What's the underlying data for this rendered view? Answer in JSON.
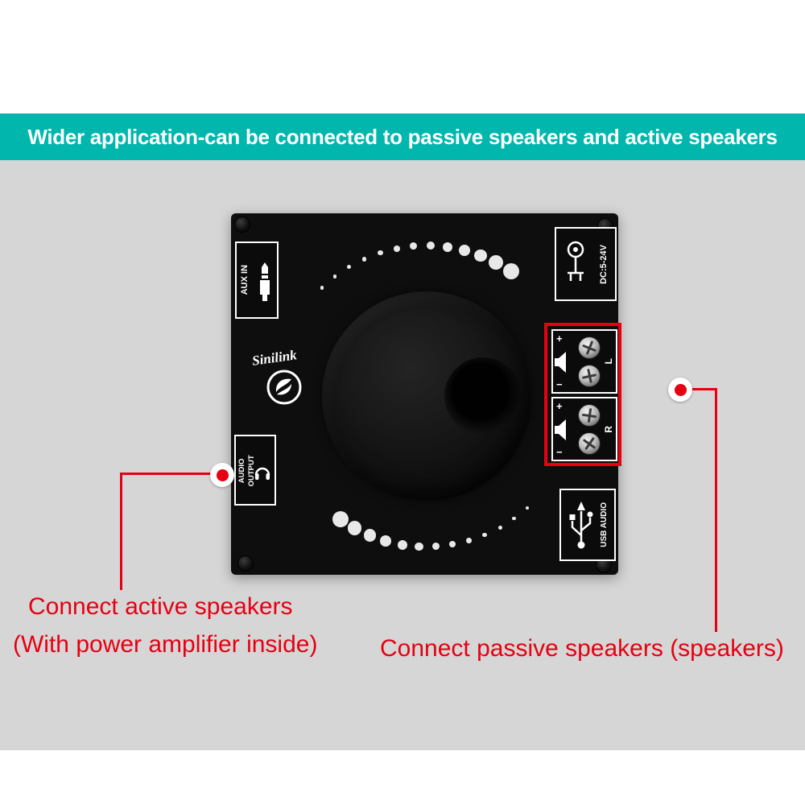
{
  "banner": {
    "title": "Wider application-can be connected to passive speakers and active speakers"
  },
  "board": {
    "brand": "Sinilink",
    "labels": {
      "aux": "AUX IN",
      "dc": "DC:5-24V",
      "audio_output": "AUDIO OUTPUT",
      "usb": "USB AUDIO"
    },
    "channels": [
      {
        "label": "L",
        "plus": "+",
        "minus": "−"
      },
      {
        "label": "R",
        "plus": "+",
        "minus": "−"
      }
    ]
  },
  "annotations": {
    "active_line1": "Connect active speakers",
    "active_line2": "(With power amplifier inside)",
    "passive": "Connect passive speakers (speakers)"
  },
  "colors": {
    "banner_bg": "#00b6ad",
    "annotation_red": "#e60012",
    "background_gray": "#d6d6d6",
    "board_black": "#0e0e0e"
  },
  "icons": {
    "aux-jack-icon": "3.5mm audio plug",
    "dc-power-icon": "barrel jack power symbol",
    "speaker-icon": "loudspeaker glyph",
    "terminal-screw-icon": "metal screw head",
    "headphone-icon": "headphones glyph",
    "usb-icon": "usb trident symbol",
    "sinilink-logo-icon": "circular swirl logo",
    "corner-screw-icon": "black mounting screw",
    "marker-dot-icon": "red dot with white ring"
  }
}
